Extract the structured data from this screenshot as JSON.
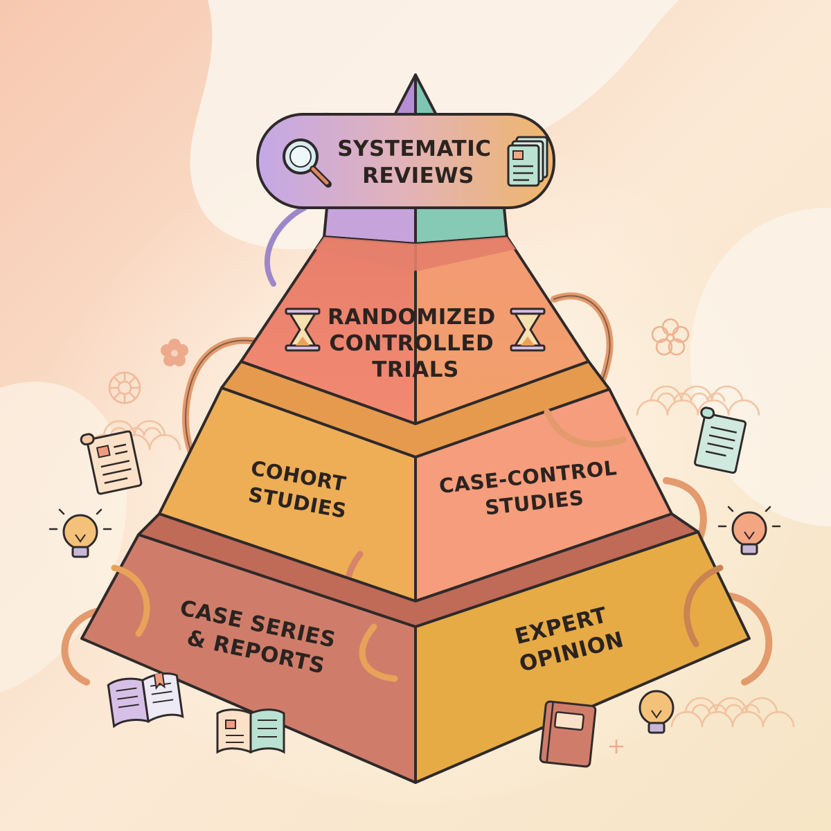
{
  "pyramid": {
    "tier1": {
      "lines": [
        "SYSTEMATIC",
        "REVIEWS"
      ]
    },
    "tier2": {
      "lines": [
        "RANDOMIZED",
        "CONTROLLED",
        "TRIALS"
      ]
    },
    "tier3_left": {
      "lines": [
        "COHORT",
        "STUDIES"
      ]
    },
    "tier3_right": {
      "lines": [
        "CASE-CONTROL",
        "STUDIES"
      ]
    },
    "tier4_left": {
      "lines": [
        "CASE SERIES",
        "& REPORTS"
      ]
    },
    "tier4_right": {
      "lines": [
        "EXPERT",
        "OPINION"
      ]
    }
  },
  "colors": {
    "purple": "#c9aee0",
    "teal": "#8fcfbd",
    "coral": "#f08e72",
    "salmon": "#f4a283",
    "amber": "#efb158",
    "terracotta": "#cf7d6a",
    "gold": "#e5aa45"
  },
  "icons": [
    "magnifier-icon",
    "documents-icon",
    "hourglass-icon",
    "scroll-icon",
    "lightbulb-icon",
    "open-book-icon",
    "notebook-icon",
    "flower-icon",
    "wave-pattern-icon",
    "sparkle-icon"
  ]
}
